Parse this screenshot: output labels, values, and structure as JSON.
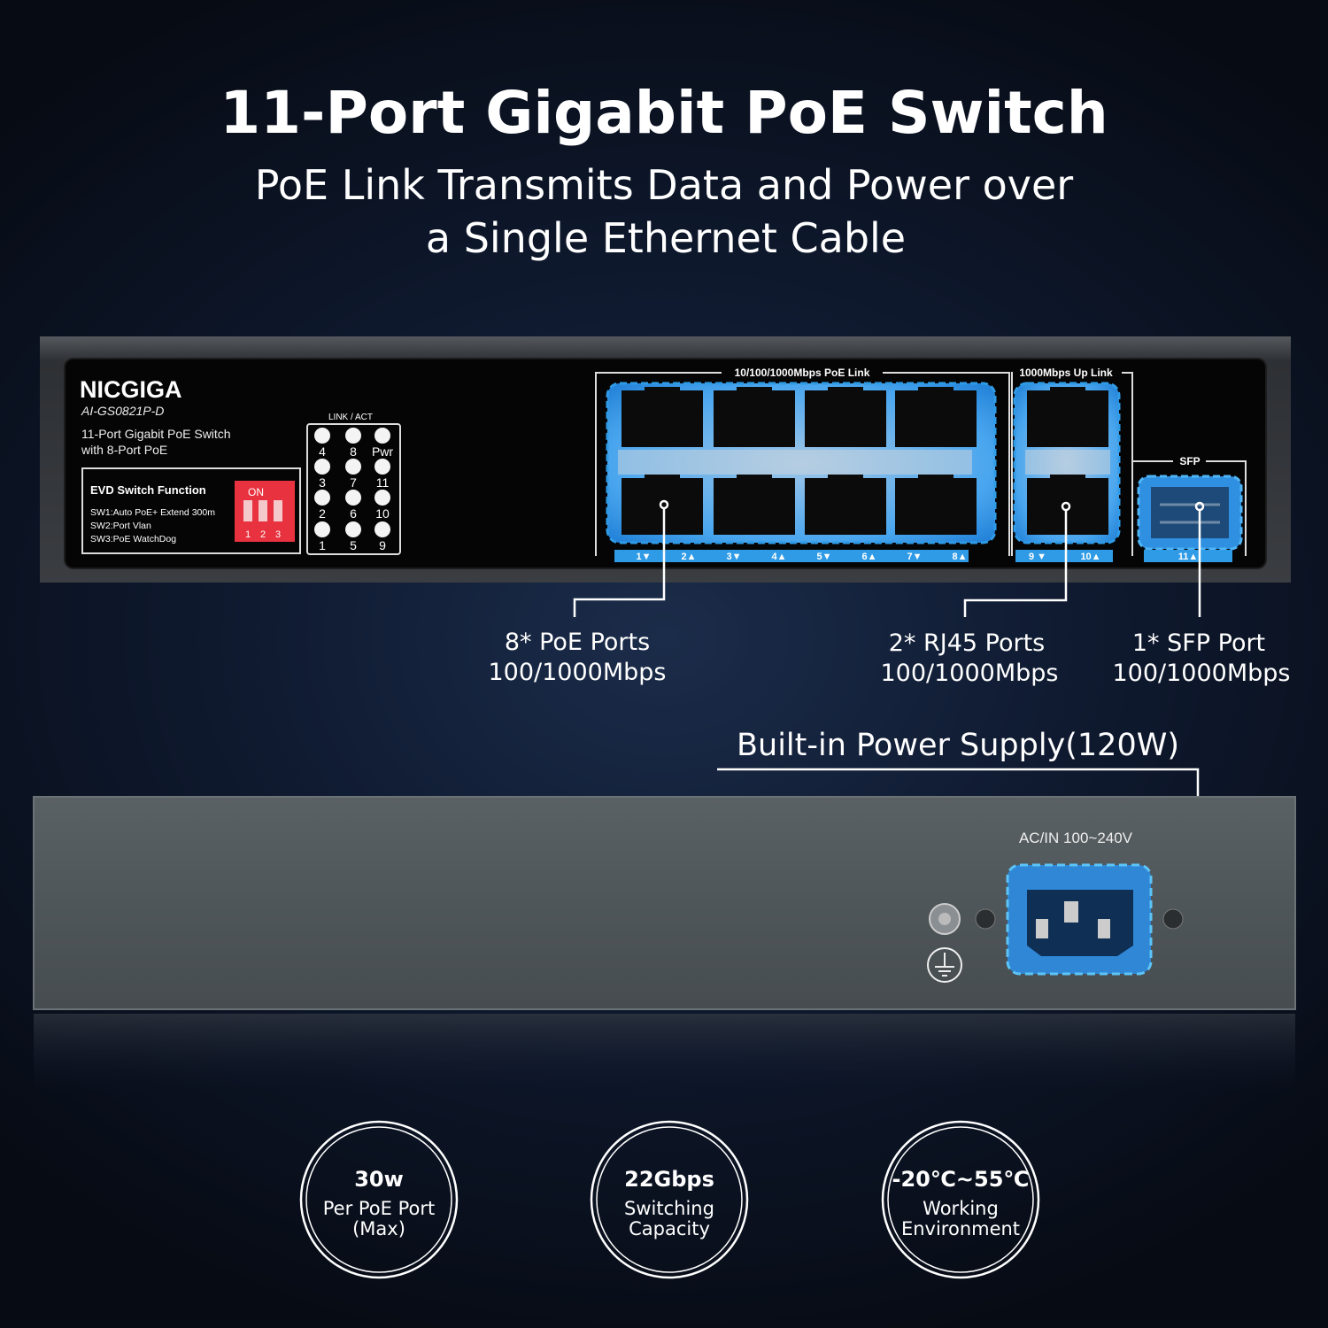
{
  "header": {
    "title": "11-Port Gigabit PoE Switch",
    "subtitle_line1": "PoE Link Transmits Data and Power over",
    "subtitle_line2": "a Single Ethernet Cable"
  },
  "front_panel": {
    "brand": "NICGIGA",
    "model": "AI-GS0821P-D",
    "desc_line1": "11-Port Gigabit PoE Switch",
    "desc_line2": "with 8-Port PoE",
    "evd": {
      "title": "EVD Switch Function",
      "sw1": "SW1:Auto PoE+ Extend 300m",
      "sw2": "SW2:Port Vlan",
      "sw3": "SW3:PoE WatchDog",
      "dip_on": "ON",
      "dip_numbers": [
        "1",
        "2",
        "3"
      ]
    },
    "led_title": "LINK / ACT",
    "led_labels": [
      [
        "4",
        "8",
        "Pwr"
      ],
      [
        "3",
        "7",
        "11"
      ],
      [
        "2",
        "6",
        "10"
      ],
      [
        "1",
        "5",
        "9"
      ]
    ],
    "poe_group_label": "10/100/1000Mbps PoE Link",
    "uplink_group_label": "1000Mbps Up Link",
    "sfp_group_label": "SFP",
    "poe_port_labels": [
      "1▼",
      "2▲",
      "3▼",
      "4▲",
      "5▼",
      "6▲",
      "7▼",
      "8▲"
    ],
    "uplink_port_labels": [
      "9 ▼",
      "10▲"
    ],
    "sfp_port_label": "11▲"
  },
  "callouts": {
    "poe": {
      "line1": "8* PoE Ports",
      "line2": "100/1000Mbps"
    },
    "rj45": {
      "line1": "2* RJ45 Ports",
      "line2": "100/1000Mbps"
    },
    "sfp": {
      "line1": "1* SFP Port",
      "line2": "100/1000Mbps"
    },
    "power": "Built-in Power Supply(120W)"
  },
  "back_panel": {
    "ac_label": "AC/IN 100~240V"
  },
  "features": [
    {
      "value": "30w",
      "line1": "Per PoE Port",
      "line2": "(Max)"
    },
    {
      "value": "22Gbps",
      "line1": "Switching",
      "line2": "Capacity"
    },
    {
      "value": "-20℃~55℃",
      "line1": "Working",
      "line2": "Environment"
    }
  ],
  "colors": {
    "accent_blue": "#2f9be6",
    "dip_red": "#e8323f",
    "panel_black": "#050505",
    "back_grey": "#4e5559"
  }
}
